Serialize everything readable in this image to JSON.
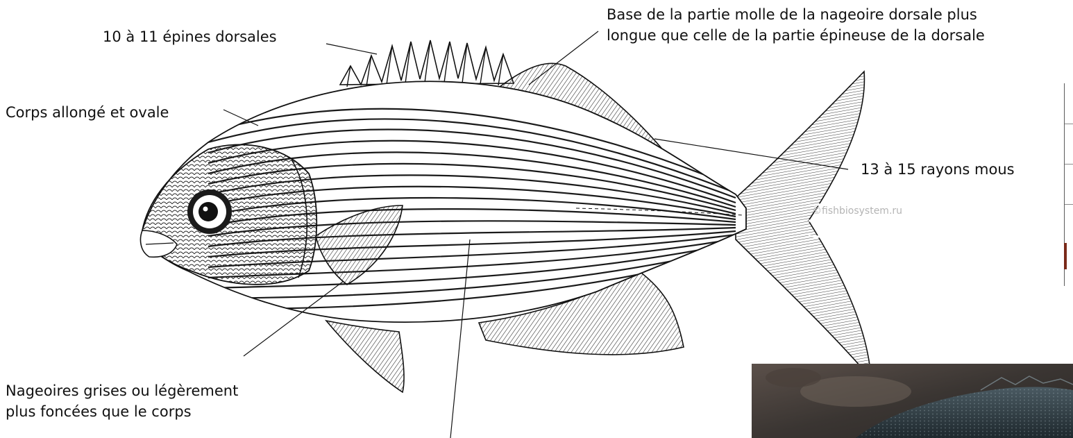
{
  "annotations": {
    "dorsal_spines": "10 à 11 épines dorsales",
    "soft_dorsal_base": [
      "Base de la partie molle de la nageoire dorsale plus",
      "longue que celle de la partie épineuse de la dorsale"
    ],
    "body_shape": "Corps allongé et ovale",
    "soft_rays": "13 à 15 rayons mous",
    "fins_color": [
      "Nageoires grises ou légèrement",
      "plus foncées que le corps"
    ]
  },
  "watermark": "©fishbiosystem.ru",
  "colors": {
    "ink": "#111111",
    "watermark": "#b4b4b4",
    "photo_dark": "#3a3532",
    "photo_fish": "#2f3d44"
  }
}
